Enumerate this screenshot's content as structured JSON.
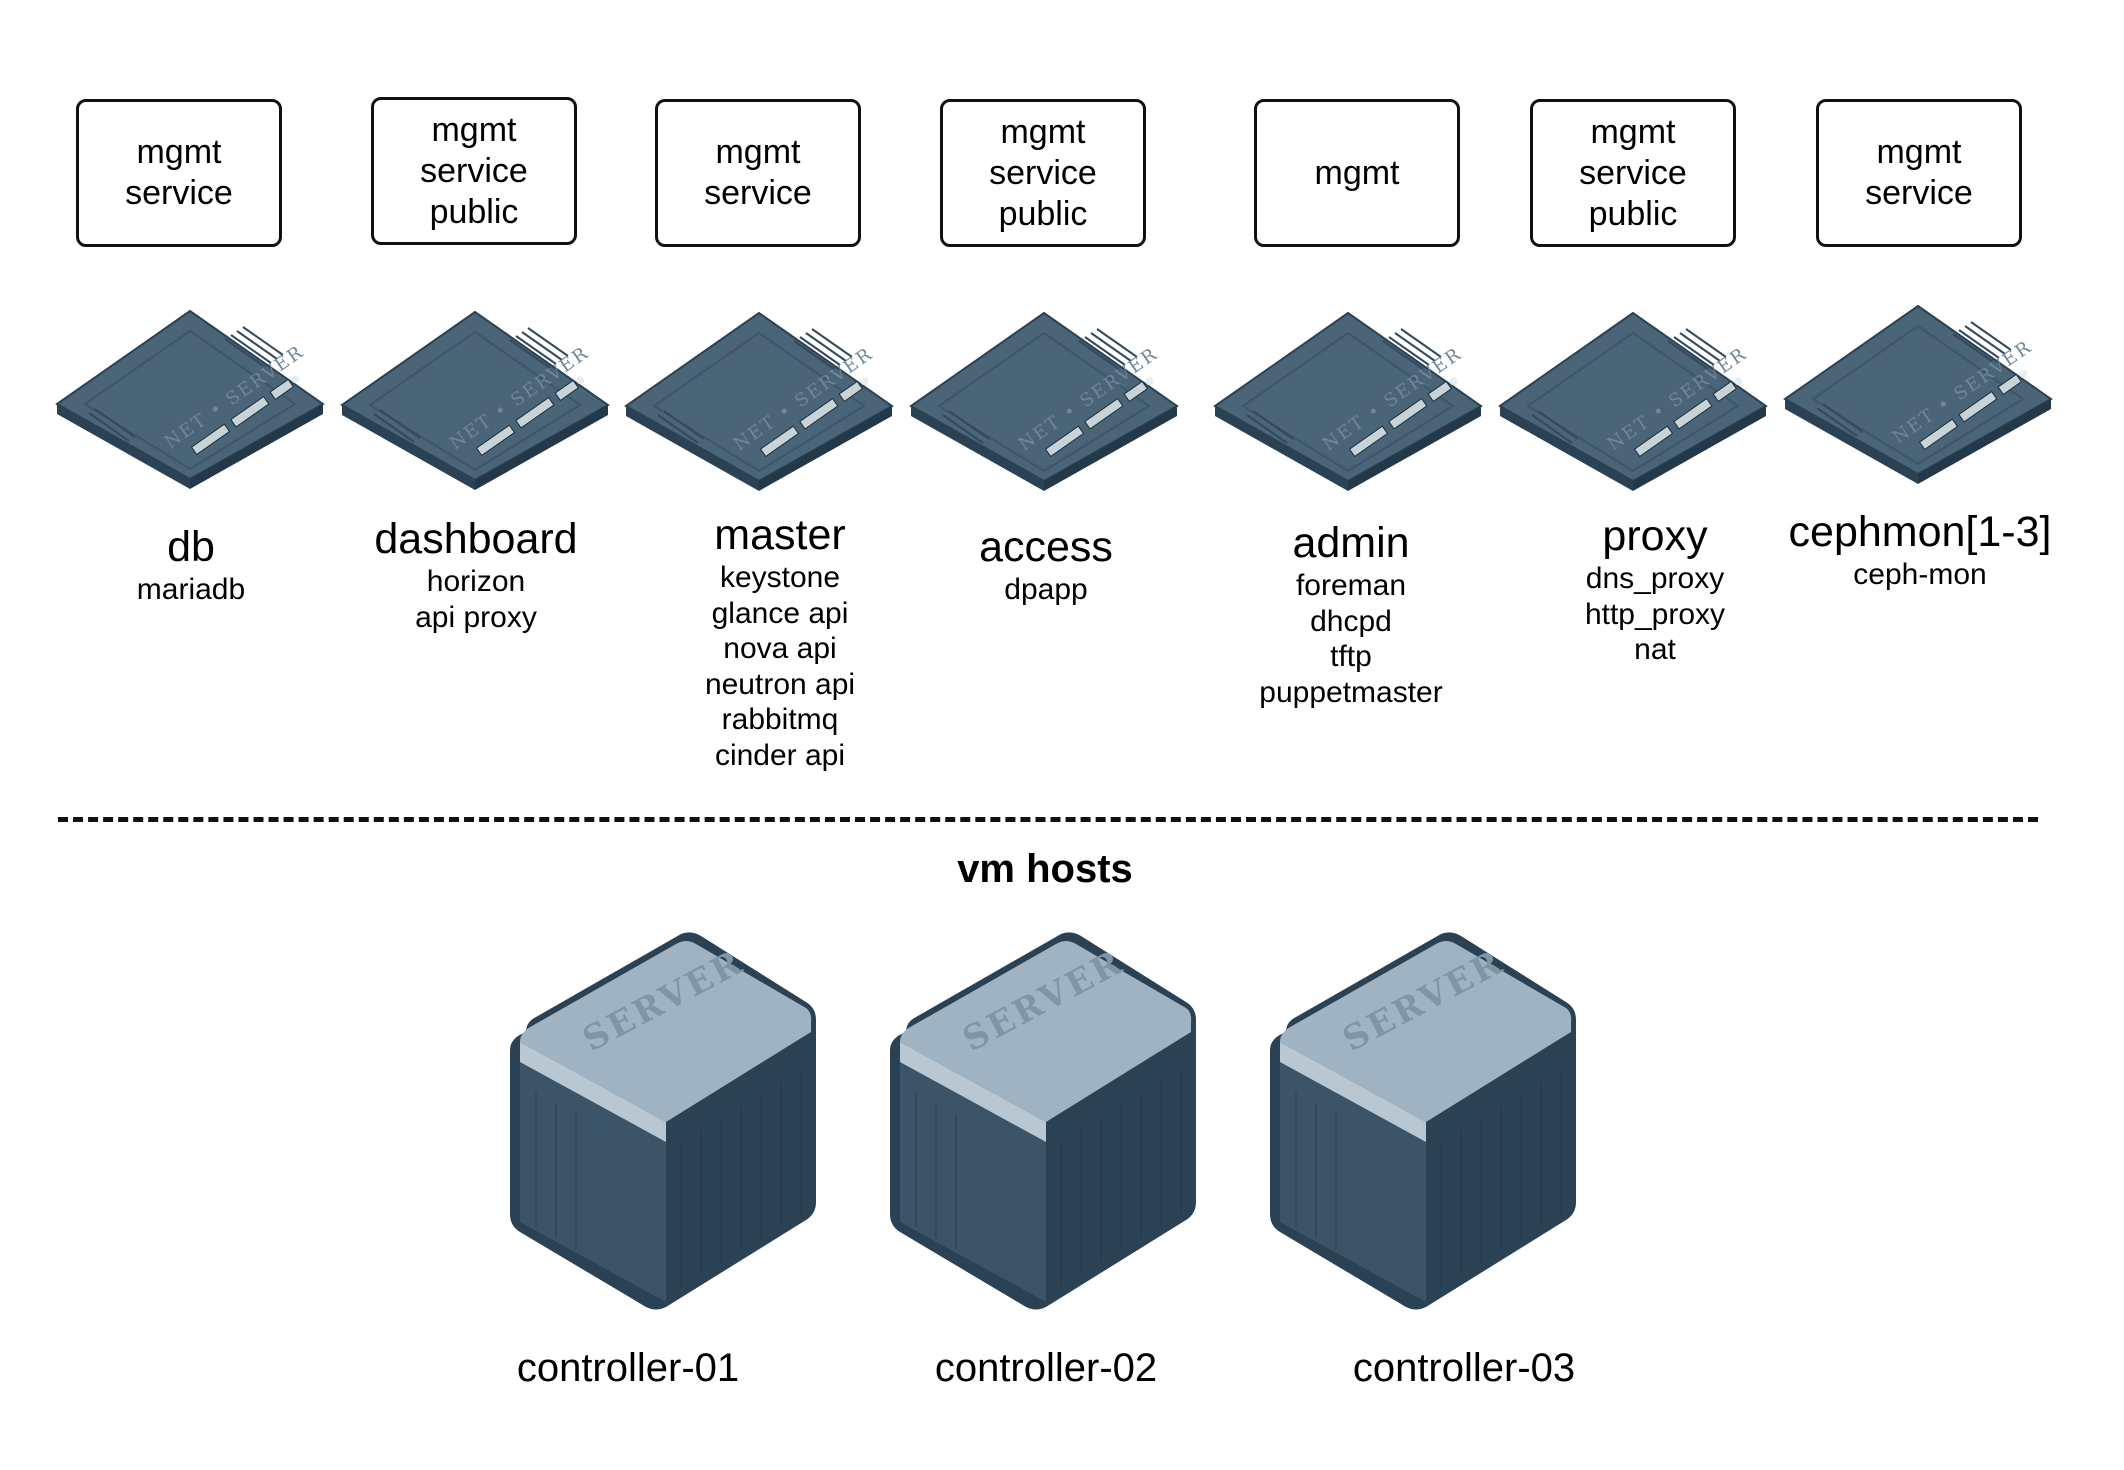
{
  "vms": [
    {
      "name": "db",
      "networks": [
        "mgmt",
        "service"
      ],
      "services": [
        "mariadb"
      ]
    },
    {
      "name": "dashboard",
      "networks": [
        "mgmt",
        "service",
        "public"
      ],
      "services": [
        "horizon",
        "api proxy"
      ]
    },
    {
      "name": "master",
      "networks": [
        "mgmt",
        "service"
      ],
      "services": [
        "keystone",
        "glance api",
        "nova api",
        "neutron api",
        "rabbitmq",
        "cinder api"
      ]
    },
    {
      "name": "access",
      "networks": [
        "mgmt",
        "service",
        "public"
      ],
      "services": [
        "dpapp"
      ]
    },
    {
      "name": "admin",
      "networks": [
        "mgmt"
      ],
      "services": [
        "foreman",
        "dhcpd",
        "tftp",
        "puppetmaster"
      ]
    },
    {
      "name": "proxy",
      "networks": [
        "mgmt",
        "service",
        "public"
      ],
      "services": [
        "dns_proxy",
        "http_proxy",
        "nat"
      ]
    },
    {
      "name": "cephmon[1-3]",
      "networks": [
        "mgmt",
        "service"
      ],
      "services": [
        "ceph-mon"
      ]
    }
  ],
  "vm_device_label": "NET • SERVER",
  "section_title": "vm hosts",
  "host_device_label": "SERVER",
  "hosts": [
    {
      "name": "controller-01"
    },
    {
      "name": "controller-02"
    },
    {
      "name": "controller-03"
    }
  ],
  "colors": {
    "device_top": "#4a6478",
    "device_dark": "#2b4254",
    "device_light": "#9fb3c3",
    "line": "#111111"
  }
}
